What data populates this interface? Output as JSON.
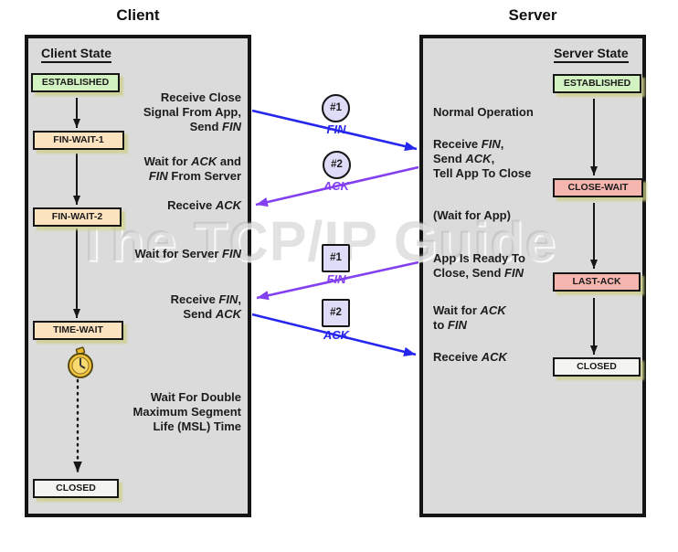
{
  "watermark": "The TCP/IP Guide",
  "colors": {
    "blue": "#2626ee",
    "purple": "#8440f0",
    "panel_bg": "#dbdbdb",
    "state_green": "#d3f2c1",
    "state_peach": "#fce3c0",
    "state_pink": "#f4b6ae",
    "state_gray": "#f4f4f1",
    "badge_bg": "#dedcf6"
  },
  "client": {
    "title": "Client",
    "heading": "Client State",
    "states": [
      "ESTABLISHED",
      "FIN-WAIT-1",
      "FIN-WAIT-2",
      "TIME-WAIT",
      "CLOSED"
    ],
    "annotations": [
      "Receive Close\nSignal From App,\nSend FIN",
      "Wait for ACK and\nFIN From Server",
      "Receive ACK",
      "Wait for Server FIN",
      "Receive FIN,\nSend ACK",
      "Wait For Double\nMaximum Segment\nLife (MSL) Time"
    ]
  },
  "server": {
    "title": "Server",
    "heading": "Server State",
    "states": [
      "ESTABLISHED",
      "CLOSE-WAIT",
      "LAST-ACK",
      "CLOSED"
    ],
    "annotations": [
      "Normal Operation",
      "Receive FIN,\nSend ACK,\nTell App To Close",
      "(Wait for App)",
      "App Is Ready To\nClose, Send FIN",
      "Wait for ACK\nto FIN",
      "Receive ACK"
    ]
  },
  "messages": [
    {
      "num": "#1",
      "label": "FIN"
    },
    {
      "num": "#2",
      "label": "ACK"
    },
    {
      "num": "#1",
      "label": "FIN"
    },
    {
      "num": "#2",
      "label": "ACK"
    }
  ]
}
